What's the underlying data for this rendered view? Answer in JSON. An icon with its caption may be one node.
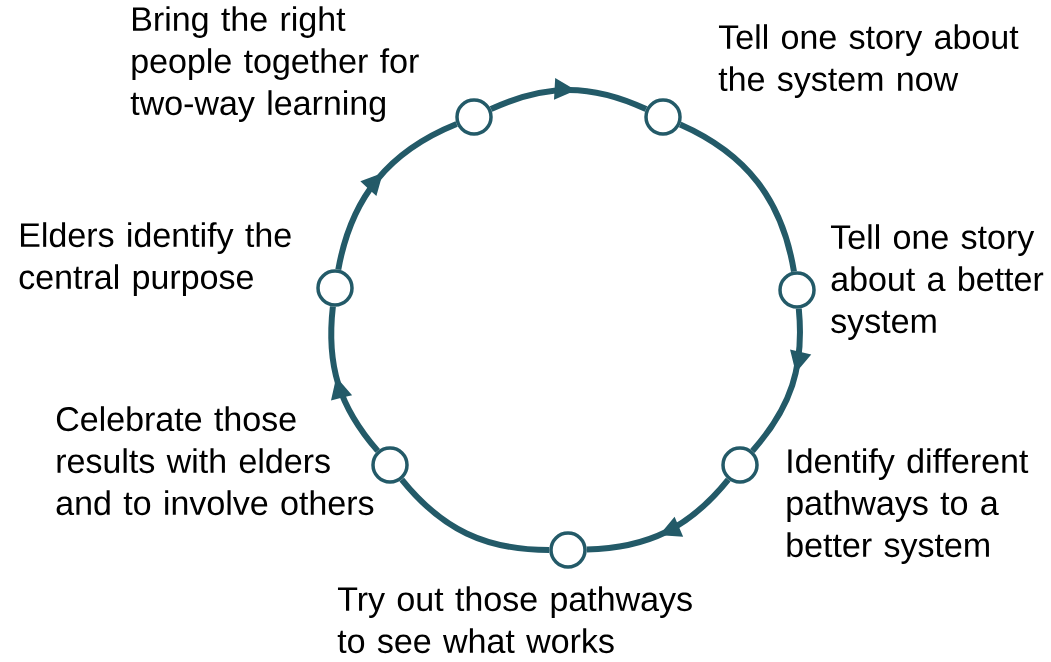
{
  "diagram": {
    "nodes": [
      {
        "text": [],
        "shape": "circle",
        "beside": [
          "Bring the right people together for two-way learning"
        ]
      },
      {
        "text": [],
        "shape": "circle",
        "beside": [
          "Tell one story about the system now"
        ]
      },
      {
        "text": [],
        "shape": "circle",
        "beside": [
          "Tell one story about a better system"
        ]
      },
      {
        "text": [],
        "shape": "circle",
        "beside": [
          "Identify different pathways to a better system"
        ]
      },
      {
        "text": [],
        "shape": "circle",
        "beside": [
          "Try out those pathways to see what works"
        ]
      },
      {
        "text": [],
        "shape": "circle",
        "beside": [
          "Celebrate those results with elders and to involve others"
        ]
      },
      {
        "text": [],
        "shape": "circle",
        "beside": [
          "Elders identify the central purpose"
        ]
      }
    ],
    "edges": [
      {
        "from": 0,
        "to": 1,
        "arrow": "to"
      },
      {
        "from": 1,
        "to": 2,
        "arrow": "none"
      },
      {
        "from": 2,
        "to": 3,
        "arrow": "to"
      },
      {
        "from": 3,
        "to": 4,
        "arrow": "to"
      },
      {
        "from": 4,
        "to": 5,
        "arrow": "none"
      },
      {
        "from": 5,
        "to": 6,
        "arrow": "to"
      },
      {
        "from": 6,
        "to": 0,
        "arrow": "to"
      }
    ]
  }
}
